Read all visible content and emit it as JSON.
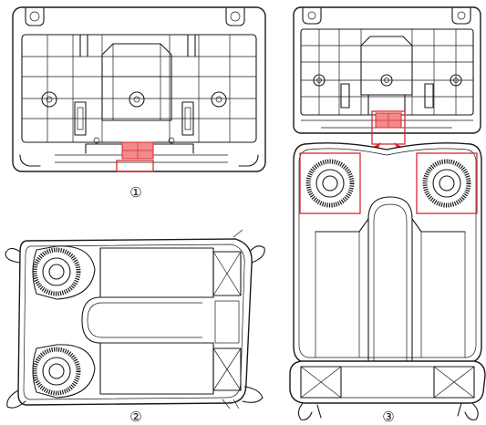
{
  "figure": {
    "panels": [
      {
        "id": "top-left",
        "label": "①"
      },
      {
        "id": "bottom-left",
        "label": "②"
      },
      {
        "id": "right",
        "label": "③"
      }
    ],
    "colors": {
      "line": "#1a1a1a",
      "highlight": "#d8292f",
      "highlight_fill": "#f28b8b",
      "background": "#ffffff"
    }
  }
}
